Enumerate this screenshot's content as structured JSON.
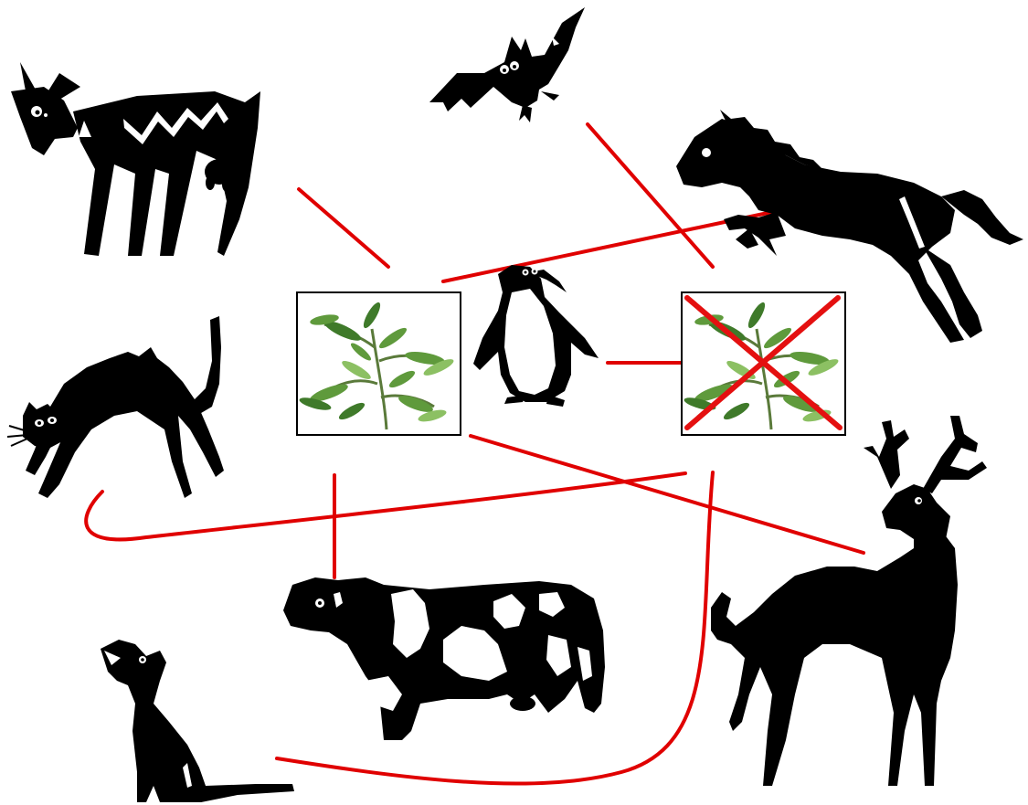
{
  "diagram": {
    "nodes": [
      {
        "id": "goat",
        "icon": "goat-icon"
      },
      {
        "id": "bat",
        "icon": "bat-icon"
      },
      {
        "id": "horse",
        "icon": "horse-icon"
      },
      {
        "id": "cat",
        "icon": "cat-icon"
      },
      {
        "id": "penguin",
        "icon": "penguin-icon"
      },
      {
        "id": "plant",
        "icon": "plant-icon"
      },
      {
        "id": "crossed-plant",
        "icon": "crossed-out-plant-icon"
      },
      {
        "id": "cow",
        "icon": "cow-icon"
      },
      {
        "id": "deer",
        "icon": "deer-icon"
      },
      {
        "id": "wolf",
        "icon": "wolf-icon"
      }
    ],
    "edges": [
      {
        "from": "goat",
        "to": "plant"
      },
      {
        "from": "plant",
        "to": "horse"
      },
      {
        "from": "bat",
        "to": "crossed-plant"
      },
      {
        "from": "penguin",
        "to": "crossed-plant"
      },
      {
        "from": "plant",
        "to": "deer"
      },
      {
        "from": "plant",
        "to": "cow"
      },
      {
        "from": "cat",
        "to": "crossed-plant"
      },
      {
        "from": "wolf",
        "to": "crossed-plant"
      }
    ],
    "colors": {
      "line": "#e00000",
      "silhouette": "#000000",
      "cross": "#e41010",
      "plant": "#5f9a3c"
    }
  }
}
